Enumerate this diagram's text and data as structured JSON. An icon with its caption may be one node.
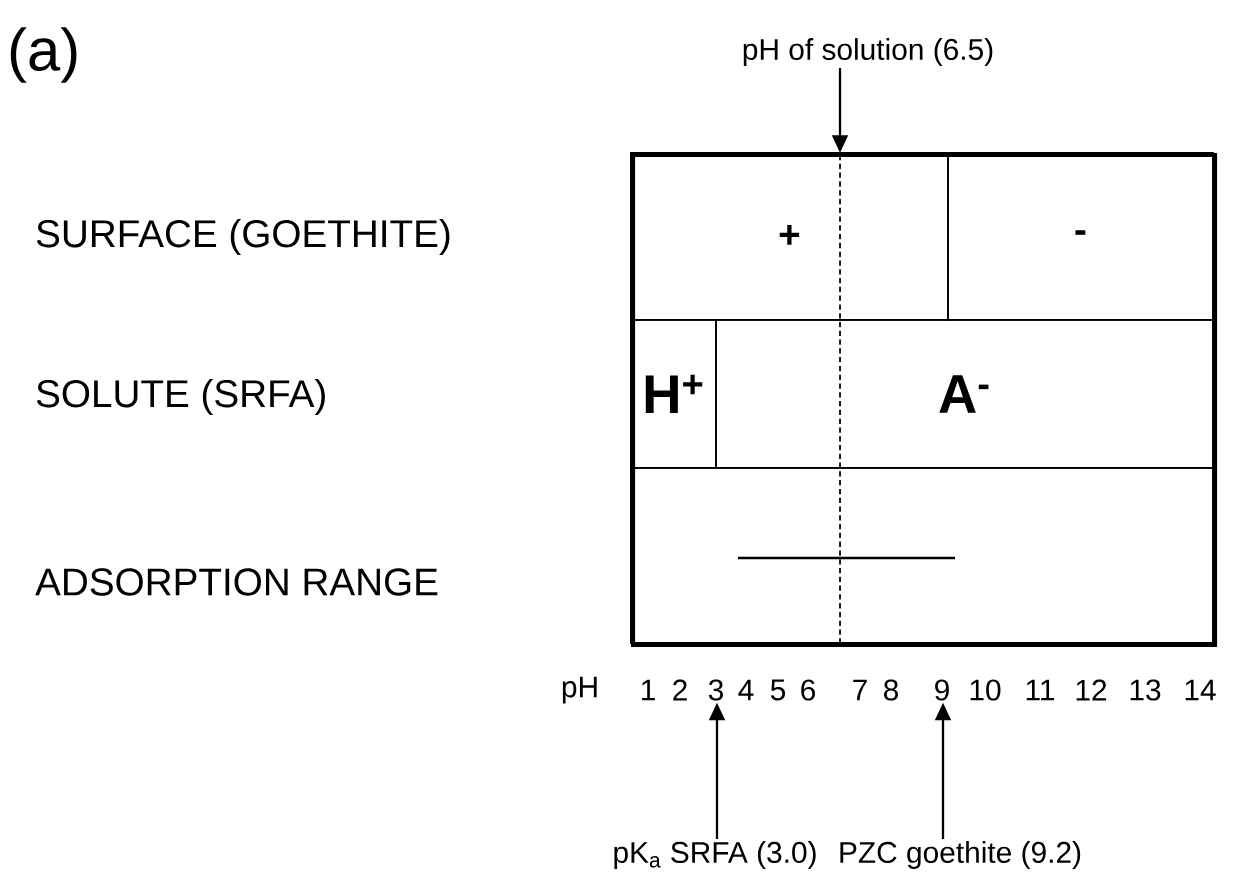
{
  "diagram": {
    "nodes": [
      {
        "text": [],
        "shape": "box"
      },
      {
        "text": [
          "+"
        ],
        "in": 0
      },
      {
        "text": [
          "-"
        ],
        "in": 0
      },
      {
        "text": [
          "H$^{+}$"
        ],
        "in": 0
      },
      {
        "text": [
          "A$^{-}$"
        ],
        "in": 0
      },
      {
        "text": [],
        "shape": "box",
        "in": 0
      },
      {
        "text": [
          "pH of solution (6.5)"
        ]
      },
      {
        "text": [
          "pK$_{a}$ SRFA (3.0)"
        ]
      },
      {
        "text": [
          "PZC goethite (9.2)"
        ]
      },
      {
        "text": [
          "3"
        ]
      },
      {
        "text": [
          "9"
        ]
      }
    ],
    "edges": [
      {
        "from": 6,
        "to": 0,
        "arrow": "to"
      },
      {
        "from": 7,
        "to": 9,
        "arrow": "to"
      },
      {
        "from": 8,
        "to": 10,
        "arrow": "to"
      }
    ],
    "labels": [
      "(a)",
      "SURFACE (GOETHITE)",
      "SOLUTE (SRFA)",
      "ADSORPTION RANGE",
      "pH",
      "1",
      "2",
      "4",
      "5",
      "6",
      "7",
      "8",
      "10",
      "11",
      "12",
      "13",
      "14"
    ]
  }
}
